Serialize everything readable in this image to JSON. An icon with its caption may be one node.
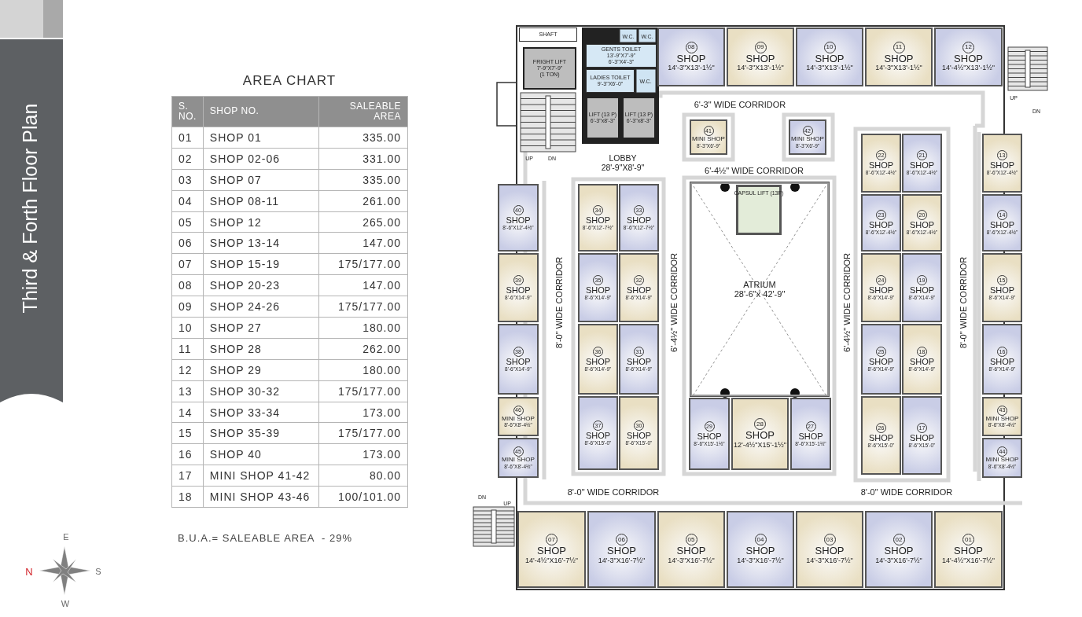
{
  "diagram": {
    "title": "Third & Forth Floor Plan",
    "nodes": [
      {
        "text": [
          "SHAFT"
        ]
      },
      {
        "text": [
          "FRIGHT LIFT",
          "7'-9\"X7'-9\"",
          "(1 TON)"
        ]
      },
      {
        "text": [
          "GENTS TOILET",
          "13'-9\"X7'-9\"",
          "6'-3\"X4'-3\""
        ]
      },
      {
        "text": [
          "LADIES TOILET",
          "9'-3\"X6'-0\""
        ]
      },
      {
        "text": [
          "LIFT (13 P)",
          "6'-3\"x8'-3\""
        ]
      },
      {
        "text": [
          "LIFT (13 P)",
          "6'-3\"x8'-3\""
        ]
      },
      {
        "text": [
          "08",
          "SHOP",
          "14'-3\"X13'-1½\""
        ]
      },
      {
        "text": [
          "09",
          "SHOP",
          "14'-3\"X13'-1½\""
        ]
      },
      {
        "text": [
          "10",
          "SHOP",
          "14'-3\"X13'-1½\""
        ]
      },
      {
        "text": [
          "11",
          "SHOP",
          "14'-3\"X13'-1½\""
        ]
      },
      {
        "text": [
          "12",
          "SHOP",
          "14'-4½\"X13'-1½\""
        ]
      },
      {
        "text": [
          "41",
          "MINI SHOP",
          "8'-3\"X6'-9\""
        ]
      },
      {
        "text": [
          "42",
          "MINI SHOP",
          "8'-3\"X6'-9\""
        ]
      },
      {
        "text": [
          "40",
          "SHOP",
          "8'-6\"X12'-4½\""
        ]
      },
      {
        "text": [
          "39",
          "SHOP",
          "8'-6\"X14'-9\""
        ]
      },
      {
        "text": [
          "38",
          "SHOP",
          "8'-6\"X14'-9\""
        ]
      },
      {
        "text": [
          "46",
          "MINI SHOP",
          "8'-6\"X8'-4½\""
        ]
      },
      {
        "text": [
          "45",
          "MINI SHOP",
          "8'-6\"X8'-4½\""
        ]
      },
      {
        "text": [
          "34",
          "SHOP",
          "8'-6\"X12'-7½\""
        ]
      },
      {
        "text": [
          "33",
          "SHOP",
          "8'-6\"X12'-7½\""
        ]
      },
      {
        "text": [
          "35",
          "SHOP",
          "8'-6\"X14'-9\""
        ]
      },
      {
        "text": [
          "32",
          "SHOP",
          "8'-6\"X14'-9\""
        ]
      },
      {
        "text": [
          "36",
          "SHOP",
          "8'-6\"X14'-9\""
        ]
      },
      {
        "text": [
          "31",
          "SHOP",
          "8'-6\"X14'-9\""
        ]
      },
      {
        "text": [
          "37",
          "SHOP",
          "8'-6\"X15'-0\""
        ]
      },
      {
        "text": [
          "30",
          "SHOP",
          "8'-6\"X15'-0\""
        ]
      },
      {
        "text": [
          "ATRIUM",
          "28'-6\"x 42'-9\""
        ]
      },
      {
        "text": [
          "CAPSUL LIFT (13P)"
        ],
        "in": 26
      },
      {
        "text": [
          "29",
          "SHOP",
          "8'-6\"X15'-1½\""
        ]
      },
      {
        "text": [
          "28",
          "SHOP",
          "12'-4½\"X15'-1½\""
        ]
      },
      {
        "text": [
          "27",
          "SHOP",
          "8'-6\"X15'-1½\""
        ]
      },
      {
        "text": [
          "22",
          "SHOP",
          "8'-6\"X12'-4½\""
        ]
      },
      {
        "text": [
          "21",
          "SHOP",
          "8'-6\"X12'-4½\""
        ]
      },
      {
        "text": [
          "23",
          "SHOP",
          "8'-6\"X12'-4½\""
        ]
      },
      {
        "text": [
          "20",
          "SHOP",
          "8'-6\"X12'-4½\""
        ]
      },
      {
        "text": [
          "24",
          "SHOP",
          "8'-6\"X14'-9\""
        ]
      },
      {
        "text": [
          "19",
          "SHOP",
          "8'-6\"X14'-9\""
        ]
      },
      {
        "text": [
          "25",
          "SHOP",
          "8'-6\"X14'-9\""
        ]
      },
      {
        "text": [
          "18",
          "SHOP",
          "8'-6\"X14'-9\""
        ]
      },
      {
        "text": [
          "26",
          "SHOP",
          "8'-6\"X15'-0\""
        ]
      },
      {
        "text": [
          "17",
          "SHOP",
          "8'-6\"X15'-0\""
        ]
      },
      {
        "text": [
          "13",
          "SHOP",
          "8'-6\"X12'-4½\""
        ]
      },
      {
        "text": [
          "14",
          "SHOP",
          "8'-6\"X12'-4½\""
        ]
      },
      {
        "text": [
          "15",
          "SHOP",
          "8'-6\"X14'-9\""
        ]
      },
      {
        "text": [
          "16",
          "SHOP",
          "8'-6\"X14'-9\""
        ]
      },
      {
        "text": [
          "43",
          "MINI SHOP",
          "8'-6\"X8'-4½\""
        ]
      },
      {
        "text": [
          "44",
          "MINI SHOP",
          "8'-6\"X8'-4½\""
        ]
      },
      {
        "text": [
          "07",
          "SHOP",
          "14'-4½\"X16'-7½\""
        ]
      },
      {
        "text": [
          "06",
          "SHOP",
          "14'-3\"X16'-7½\""
        ]
      },
      {
        "text": [
          "05",
          "SHOP",
          "14'-3\"X16'-7½\""
        ]
      },
      {
        "text": [
          "04",
          "SHOP",
          "14'-3\"X16'-7½\""
        ]
      },
      {
        "text": [
          "03",
          "SHOP",
          "14'-3\"X16'-7½\""
        ]
      },
      {
        "text": [
          "02",
          "SHOP",
          "14'-3\"X16'-7½\""
        ]
      },
      {
        "text": [
          "01",
          "SHOP",
          "14'-4½\"X16'-7½\""
        ]
      }
    ],
    "labels": [
      "AREA CHART",
      "S. NO.",
      "SHOP NO.",
      "SALEABLE AREA",
      "01",
      "SHOP 01",
      "335.00",
      "02",
      "SHOP 02-06",
      "331.00",
      "03",
      "SHOP 07",
      "335.00",
      "04",
      "SHOP 08-11",
      "261.00",
      "05",
      "SHOP 12",
      "265.00",
      "06",
      "SHOP 13-14",
      "147.00",
      "07",
      "SHOP 15-19",
      "175/177.00",
      "08",
      "SHOP 20-23",
      "147.00",
      "09",
      "SHOP 24-26",
      "175/177.00",
      "10",
      "SHOP 27",
      "180.00",
      "11",
      "SHOP 28",
      "262.00",
      "12",
      "SHOP 29",
      "180.00",
      "13",
      "SHOP 30-32",
      "175/177.00",
      "14",
      "SHOP 33-34",
      "173.00",
      "15",
      "SHOP 35-39",
      "175/177.00",
      "16",
      "SHOP 40",
      "173.00",
      "17",
      "MINI SHOP 41-42",
      "80.00",
      "18",
      "MINI SHOP 43-46",
      "100/101.00",
      "B.U.A.= SALEABLE AREA  - 29%",
      "UP",
      "DN",
      "W.C.",
      "W.C.",
      "W.C.",
      "6'-3\" WIDE CORRIDOR",
      "UP",
      "DN",
      "LOBBY 28'-9\"X8'-9\"",
      "6'-4½\" WIDE CORRIDOR",
      "8'-0\" WIDE CORRIDOR",
      "6'-4½\" WIDE CORRIDOR",
      "6'-4½\" WIDE CORRIDOR",
      "8'-0\" WIDE CORRIDOR",
      "DN",
      "UP",
      "8'-0\" WIDE CORRIDOR",
      "8'-0\" WIDE CORRIDOR",
      "E",
      "N",
      "S",
      "W"
    ]
  }
}
